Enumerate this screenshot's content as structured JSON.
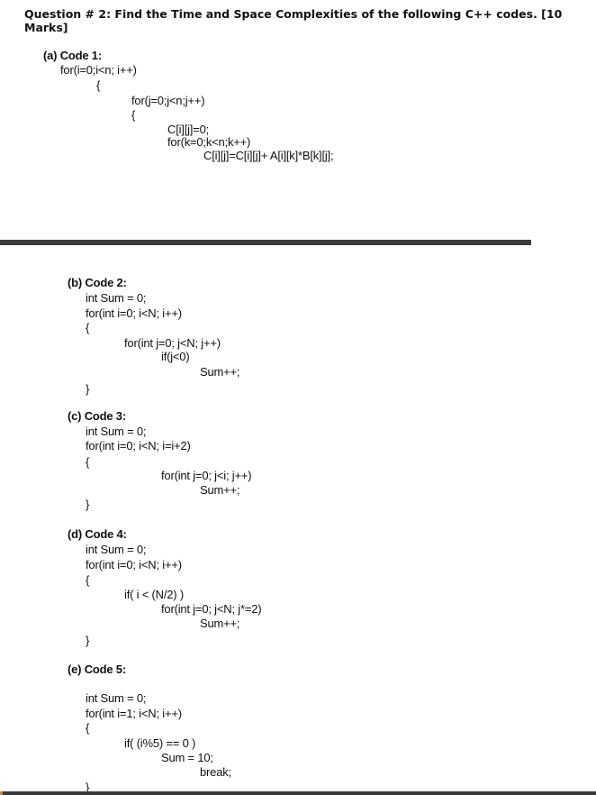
{
  "question": {
    "line1": "Question # 2: Find the Time and Space Complexities of the following C++ codes. [10",
    "line2": "Marks]"
  },
  "code1": {
    "title": "(a) Code 1:",
    "lines": [
      "for(i=0;i<n; i++)",
      "{",
      "for(j=0;j<n;j++)",
      "{",
      "C[i][j]=0;",
      "for(k=0;k<n;k++)",
      "C[i][j]=C[i][j]+ A[i][k]*B[k][j];"
    ]
  },
  "code2": {
    "title": "(b) Code 2:",
    "lines": [
      "int Sum = 0;",
      "for(int i=0; i<N; i++)",
      "{",
      "for(int j=0; j<N; j++)",
      "if(j<0)",
      "Sum++;",
      "}"
    ]
  },
  "code3": {
    "title": "(c) Code 3:",
    "lines": [
      "int Sum = 0;",
      "for(int i=0; i<N; i=i+2)",
      "{",
      "for(int j=0; j<i; j++)",
      "Sum++;",
      "}"
    ]
  },
  "code4": {
    "title": "(d) Code 4:",
    "lines": [
      "int Sum = 0;",
      "for(int i=0; i<N; i++)",
      "{",
      "if( i < (N/2) )",
      "for(int j=0; j<N; j*=2)",
      "Sum++;",
      "}"
    ]
  },
  "code5": {
    "title": "(e) Code 5:",
    "lines": [
      "int Sum = 0;",
      "for(int i=1; i<N; i++)",
      "{",
      "if( (i%5) == 0 )",
      "Sum = 10;",
      "break;",
      "}"
    ]
  }
}
